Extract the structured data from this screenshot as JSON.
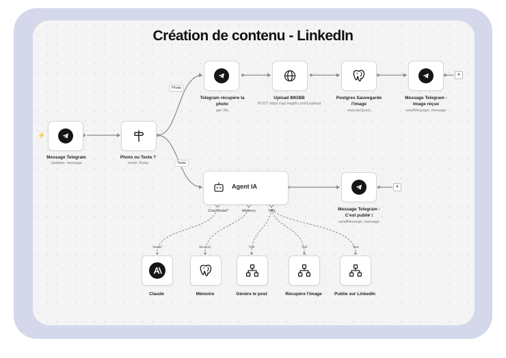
{
  "title": "Création de contenu - LinkedIn",
  "nodes": {
    "msg_in": {
      "title": "Message Telegram",
      "sub": "Updates: message",
      "icon": "telegram-icon"
    },
    "switch": {
      "title": "Photo ou Texte ?",
      "sub": "mode: Rules",
      "icon": "signpost-icon"
    },
    "tg_photo": {
      "title1": "Telegram récupère la",
      "title2": "photo",
      "sub": "get: file",
      "icon": "telegram-icon"
    },
    "upload": {
      "title": "Upload IMGBB",
      "sub": "POST: https://api.imgbb.com/1/upload",
      "icon": "globe-icon"
    },
    "postgres": {
      "title1": "Postgres Sauvegarde",
      "title2": "l'image",
      "sub": "executeQuery",
      "icon": "postgres-icon"
    },
    "msg_recue": {
      "title1": "Message Telegram -",
      "title2": "Image reçue",
      "sub": "sendMessage: message",
      "icon": "telegram-icon"
    },
    "agent": {
      "title": "Agent IA",
      "icon": "robot-icon"
    },
    "msg_pub": {
      "title1": "Message Telegram -",
      "title2": "C'est publié !",
      "sub": "sendMessage: message",
      "icon": "telegram-icon"
    }
  },
  "branches": {
    "photo": "Photo",
    "texte": "Texte"
  },
  "agent_ports": {
    "chat": "Chat Model*",
    "memory": "Memory",
    "tool": "Tool"
  },
  "tools": [
    {
      "conn": "Model",
      "name": "Claude",
      "icon": "anthropic-icon"
    },
    {
      "conn": "Memory",
      "name": "Mémoire",
      "icon": "postgres-icon"
    },
    {
      "conn": "Tool",
      "name": "Génère le post",
      "icon": "workflow-icon"
    },
    {
      "conn": "Tool",
      "name": "Récupère l'image",
      "icon": "workflow-icon"
    },
    {
      "conn": "Tool",
      "name": "Publie sur LinkedIn",
      "icon": "workflow-icon"
    }
  ],
  "plus": "+",
  "trigger_glyph": "⚡",
  "colors": {
    "frame": "#d4d8ea",
    "canvas": "#f4f4f4",
    "wire": "#8a8a8a",
    "icon_dark": "#161616"
  }
}
